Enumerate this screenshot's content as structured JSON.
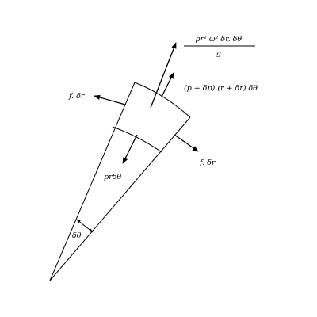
{
  "diagram": {
    "labels": {
      "centrifugal_force_numerator": "ρr² ω² δr. δθ",
      "centrifugal_force_denominator": "g",
      "outer_pressure_force": "(p + δp) (r + δr) δθ",
      "left_shear_force": "f. δr",
      "right_shear_force": "f. δr",
      "inner_pressure_force": "prδθ",
      "angle": "δθ"
    },
    "colors": {
      "ink": "#000000",
      "background": "#ffffff"
    }
  }
}
